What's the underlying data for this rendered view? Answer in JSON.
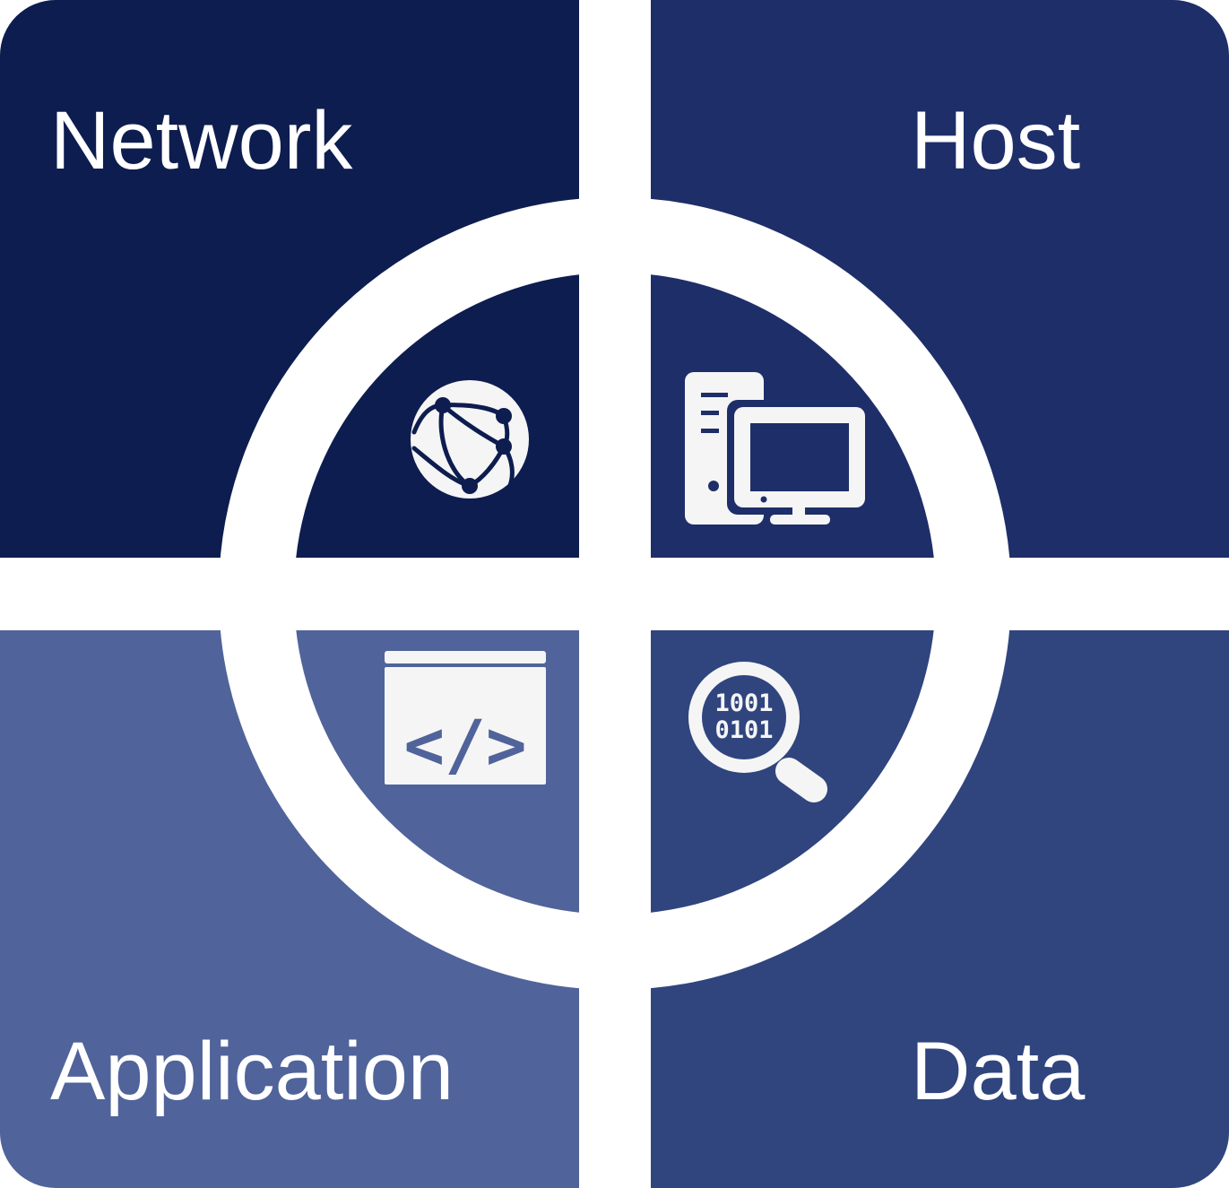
{
  "colors": {
    "network": "#0d1d4f",
    "host": "#1e2e69",
    "application": "#50639a",
    "data": "#30457e",
    "divider": "#ffffff",
    "icon": "#f5f5f5"
  },
  "quadrants": {
    "network": {
      "label": "Network",
      "icon": "globe-network-icon"
    },
    "host": {
      "label": "Host",
      "icon": "desktop-computer-icon"
    },
    "application": {
      "label": "Application",
      "icon": "code-window-icon",
      "icon_text": "</>"
    },
    "data": {
      "label": "Data",
      "icon": "binary-search-icon",
      "icon_text_line1": "1001",
      "icon_text_line2": "0101"
    }
  }
}
